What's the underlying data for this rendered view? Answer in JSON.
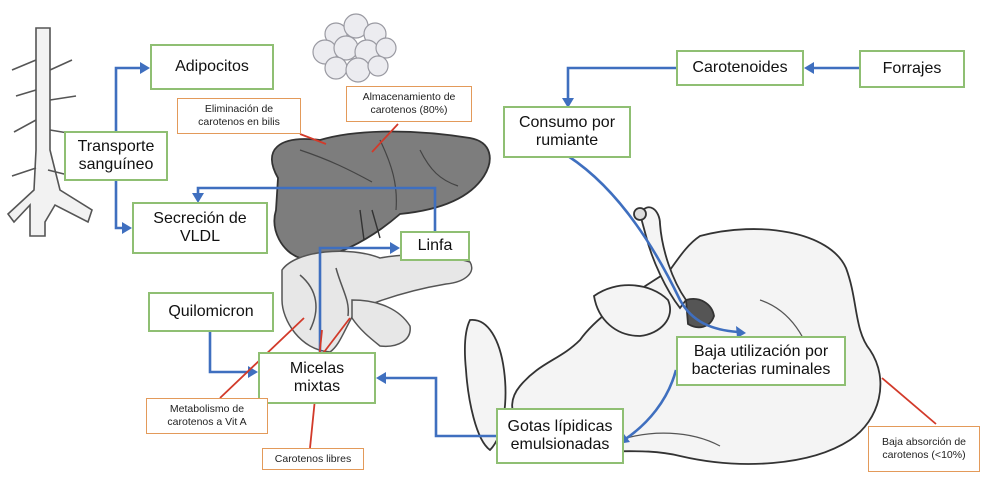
{
  "colors": {
    "arrow": "#3f6fbf",
    "box_border": "#8fbf73",
    "note_border": "#e39a5a",
    "pointer": "#d23a2a",
    "illustration": "#444444"
  },
  "nodes": {
    "adipocitos": "Adipocitos",
    "transporte": "Transporte\nsanguíneo",
    "secrecion": "Secreción de\nVLDL",
    "linfa": "Linfa",
    "quilomicron": "Quilomicron",
    "micelas": "Micelas\nmixtas",
    "gotas": "Gotas lípidicas\nemulsionadas",
    "carotenoides": "Carotenoides",
    "forrajes": "Forrajes",
    "consumo": "Consumo por\nrumiante",
    "baja_utilizacion": "Baja utilización por\nbacterias ruminales"
  },
  "notes": {
    "eliminacion": "Eliminación de\ncarotenos en bilis",
    "almacenamiento": "Almacenamiento de\ncarotenos (80%)",
    "metabolismo": "Metabolismo de\ncarotenos a Vit A",
    "libres": "Carotenos libres",
    "baja_absorcion": "Baja absorción de\ncarotenos (<10%)"
  },
  "illustrations": [
    "blood-vessel-illustration",
    "fat-cells-illustration",
    "liver-illustration",
    "pancreas-intestine-illustration",
    "ruminant-stomach-illustration"
  ]
}
